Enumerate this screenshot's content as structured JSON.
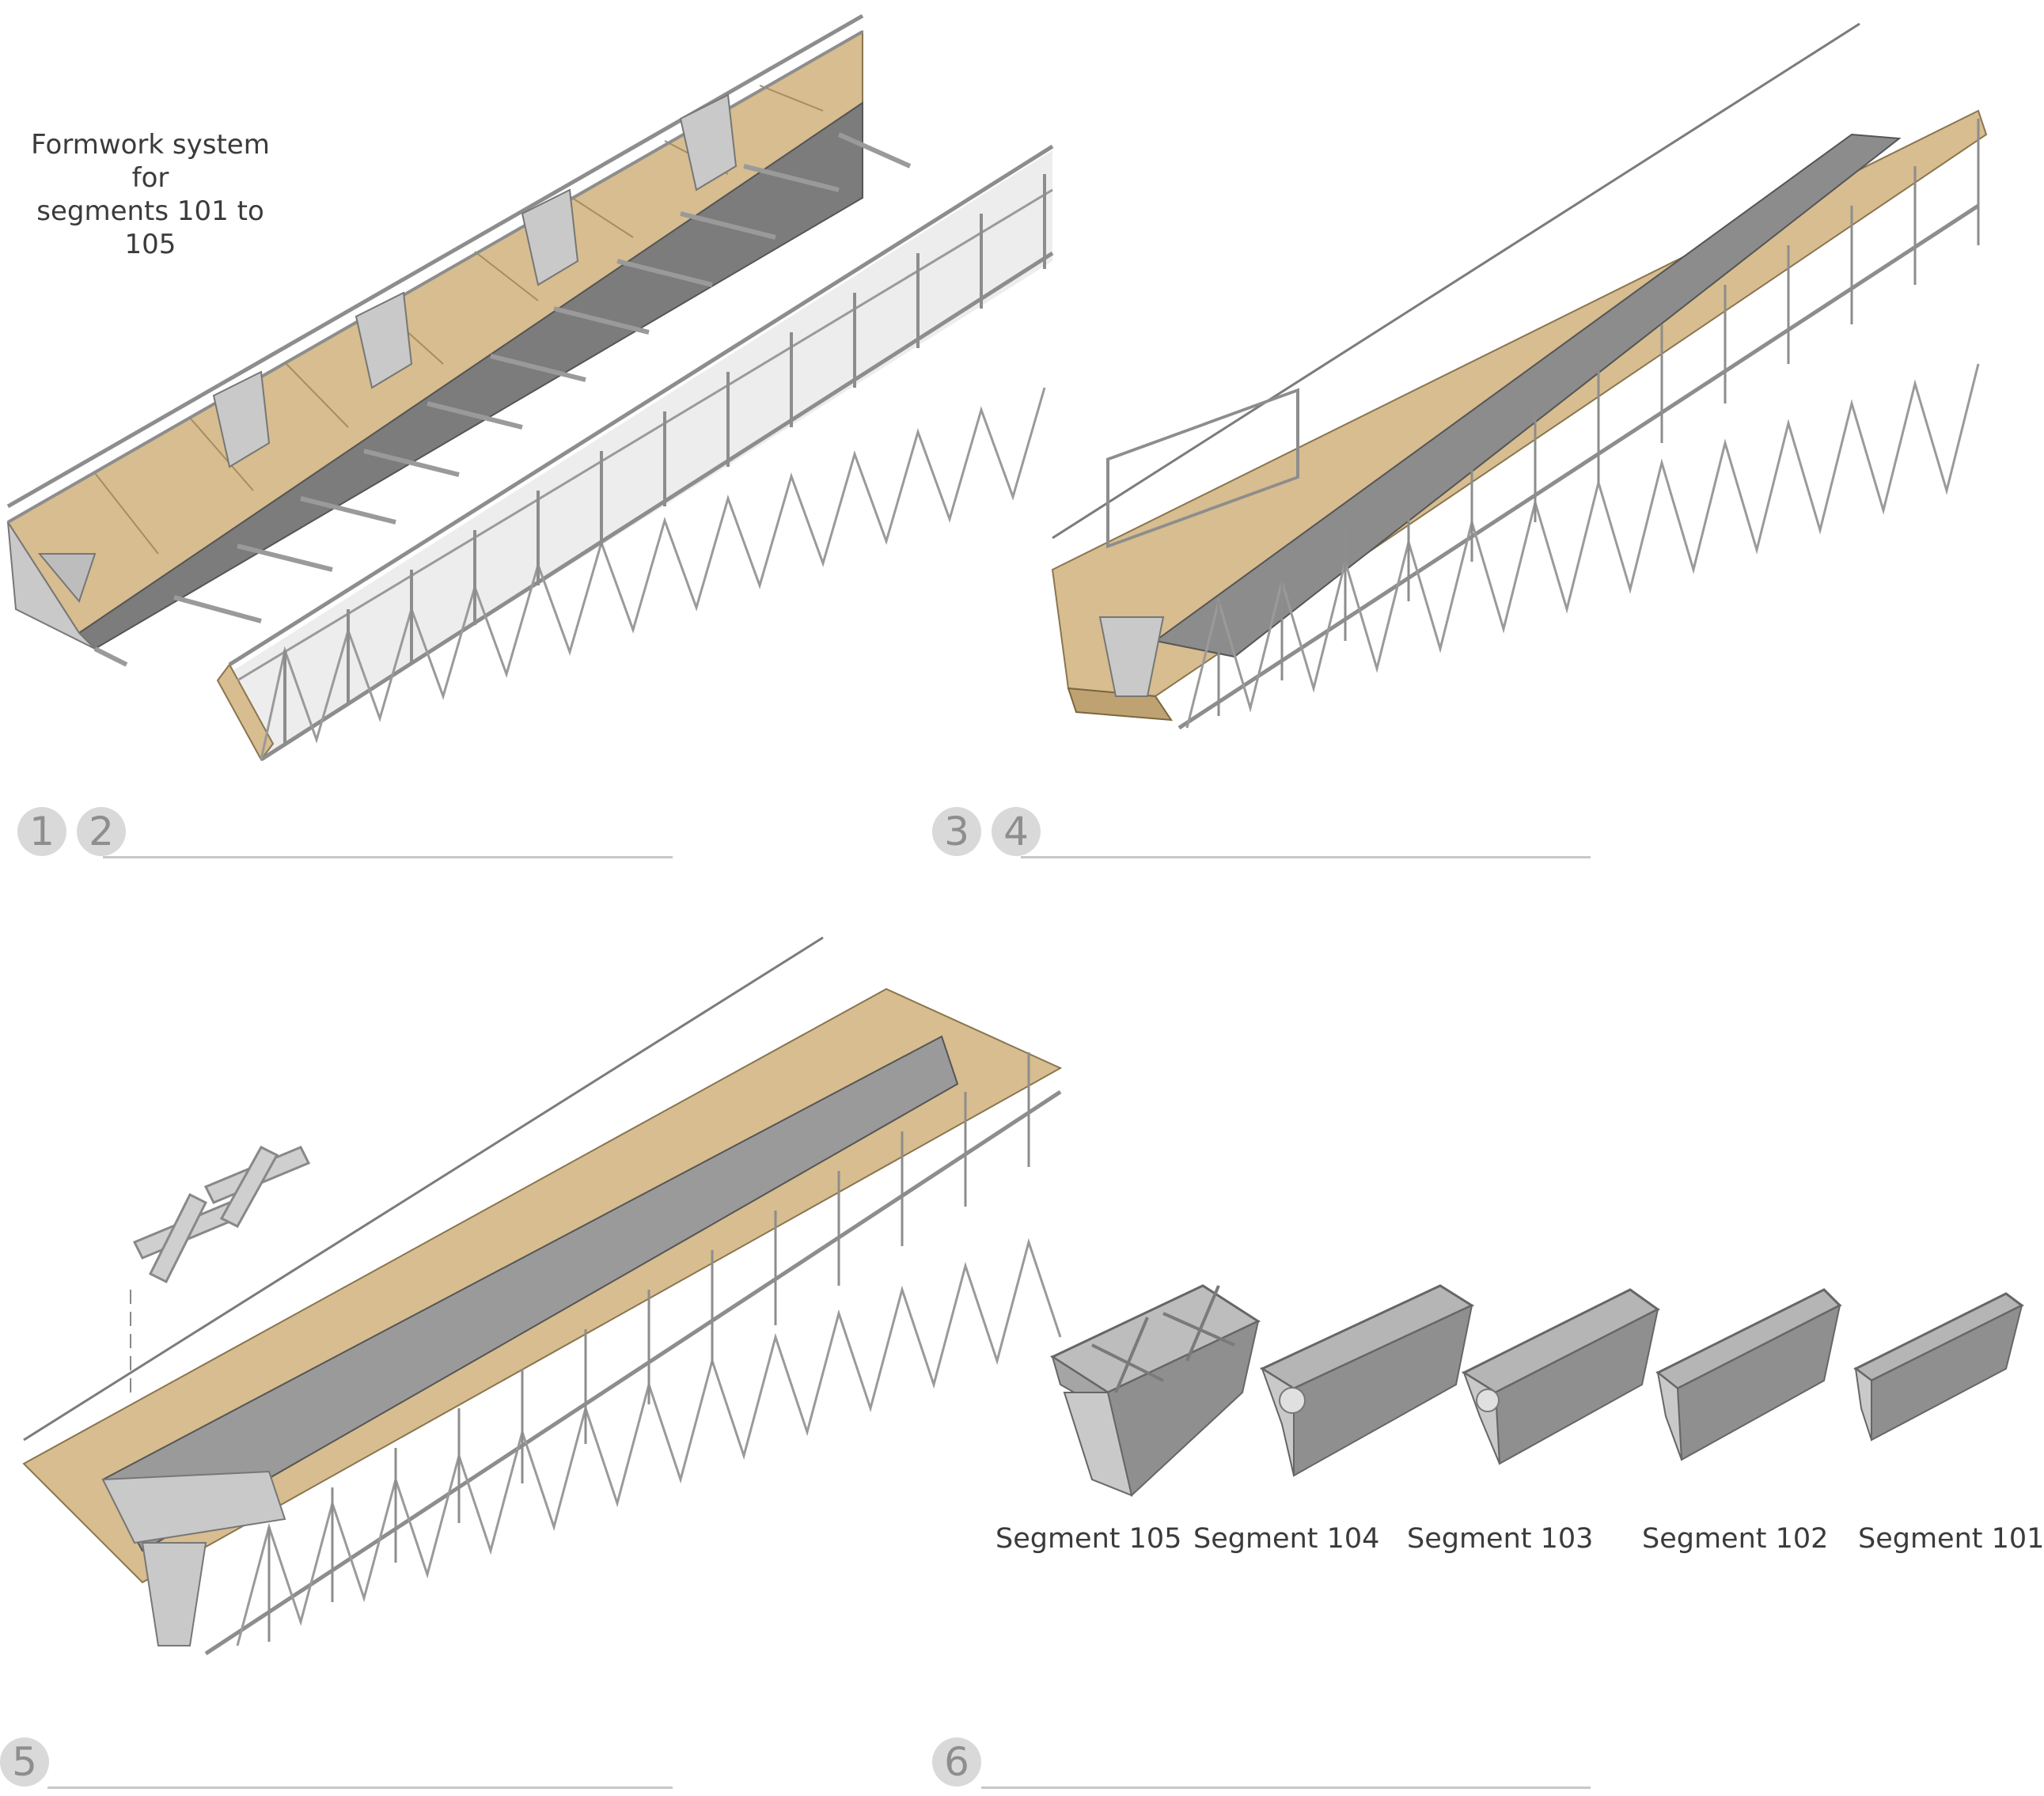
{
  "caption": {
    "line1": "Formwork system for",
    "line2": "segments 101 to 105"
  },
  "steps": [
    {
      "numbers": [
        "1",
        "2"
      ]
    },
    {
      "numbers": [
        "3",
        "4"
      ]
    },
    {
      "numbers": [
        "5"
      ]
    },
    {
      "numbers": [
        "6"
      ]
    }
  ],
  "segments": [
    "Segment 105",
    "Segment 104",
    "Segment 103",
    "Segment 102",
    "Segment 101"
  ],
  "colors": {
    "formwork_timber": "#d7bd8f",
    "formwork_timber_dark": "#bfa272",
    "concrete": "#9a9a9a",
    "concrete_dark": "#6f6f6f",
    "steel_frame": "#a8a8a8",
    "step_badge": "#d9d9d9",
    "step_line": "#c8c8c8"
  }
}
